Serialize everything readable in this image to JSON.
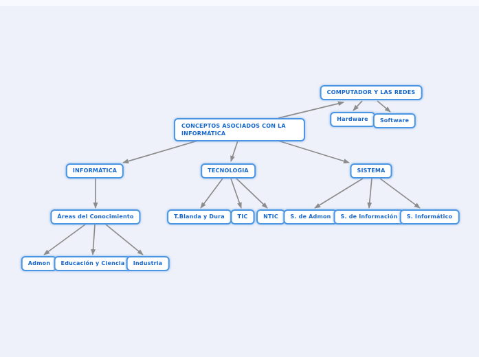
{
  "colors": {
    "background": "#eef1fa",
    "node_border": "#4a96e3",
    "node_background": "#ffffff",
    "node_text": "#1566cd",
    "arrow": "#8c8c8c"
  },
  "diagram": {
    "type": "concept-map",
    "nodes": [
      {
        "id": "central",
        "label": "CONCEPTOS ASOCIADOS CON LA INFORMÁTICA"
      },
      {
        "id": "computador",
        "label": "COMPUTADOR Y LAS REDES"
      },
      {
        "id": "hardware",
        "label": "Hardware"
      },
      {
        "id": "software",
        "label": "Software"
      },
      {
        "id": "informatica",
        "label": "INFORMÁTICA"
      },
      {
        "id": "tecnologia",
        "label": "TECNOLOGIA"
      },
      {
        "id": "sistema",
        "label": "SISTEMA"
      },
      {
        "id": "areas",
        "label": "Áreas del Conocimiento"
      },
      {
        "id": "tblanda",
        "label": "T.Blanda y Dura"
      },
      {
        "id": "tic",
        "label": "TIC"
      },
      {
        "id": "ntic",
        "label": "NTIC"
      },
      {
        "id": "sadmon",
        "label": "S. de Admon"
      },
      {
        "id": "sinfo",
        "label": "S. de Información"
      },
      {
        "id": "sinformatico",
        "label": "S. Informático"
      },
      {
        "id": "admon",
        "label": "Admon"
      },
      {
        "id": "educacion",
        "label": "Educación y Ciencia"
      },
      {
        "id": "industria",
        "label": "Industria"
      }
    ],
    "edges": [
      {
        "from": "central",
        "to": "computador"
      },
      {
        "from": "computador",
        "to": "hardware"
      },
      {
        "from": "computador",
        "to": "software"
      },
      {
        "from": "central",
        "to": "informatica"
      },
      {
        "from": "central",
        "to": "tecnologia"
      },
      {
        "from": "central",
        "to": "sistema"
      },
      {
        "from": "informatica",
        "to": "areas"
      },
      {
        "from": "tecnologia",
        "to": "tblanda"
      },
      {
        "from": "tecnologia",
        "to": "tic"
      },
      {
        "from": "tecnologia",
        "to": "ntic"
      },
      {
        "from": "sistema",
        "to": "sadmon"
      },
      {
        "from": "sistema",
        "to": "sinfo"
      },
      {
        "from": "sistema",
        "to": "sinformatico"
      },
      {
        "from": "areas",
        "to": "admon"
      },
      {
        "from": "areas",
        "to": "educacion"
      },
      {
        "from": "areas",
        "to": "industria"
      }
    ]
  }
}
